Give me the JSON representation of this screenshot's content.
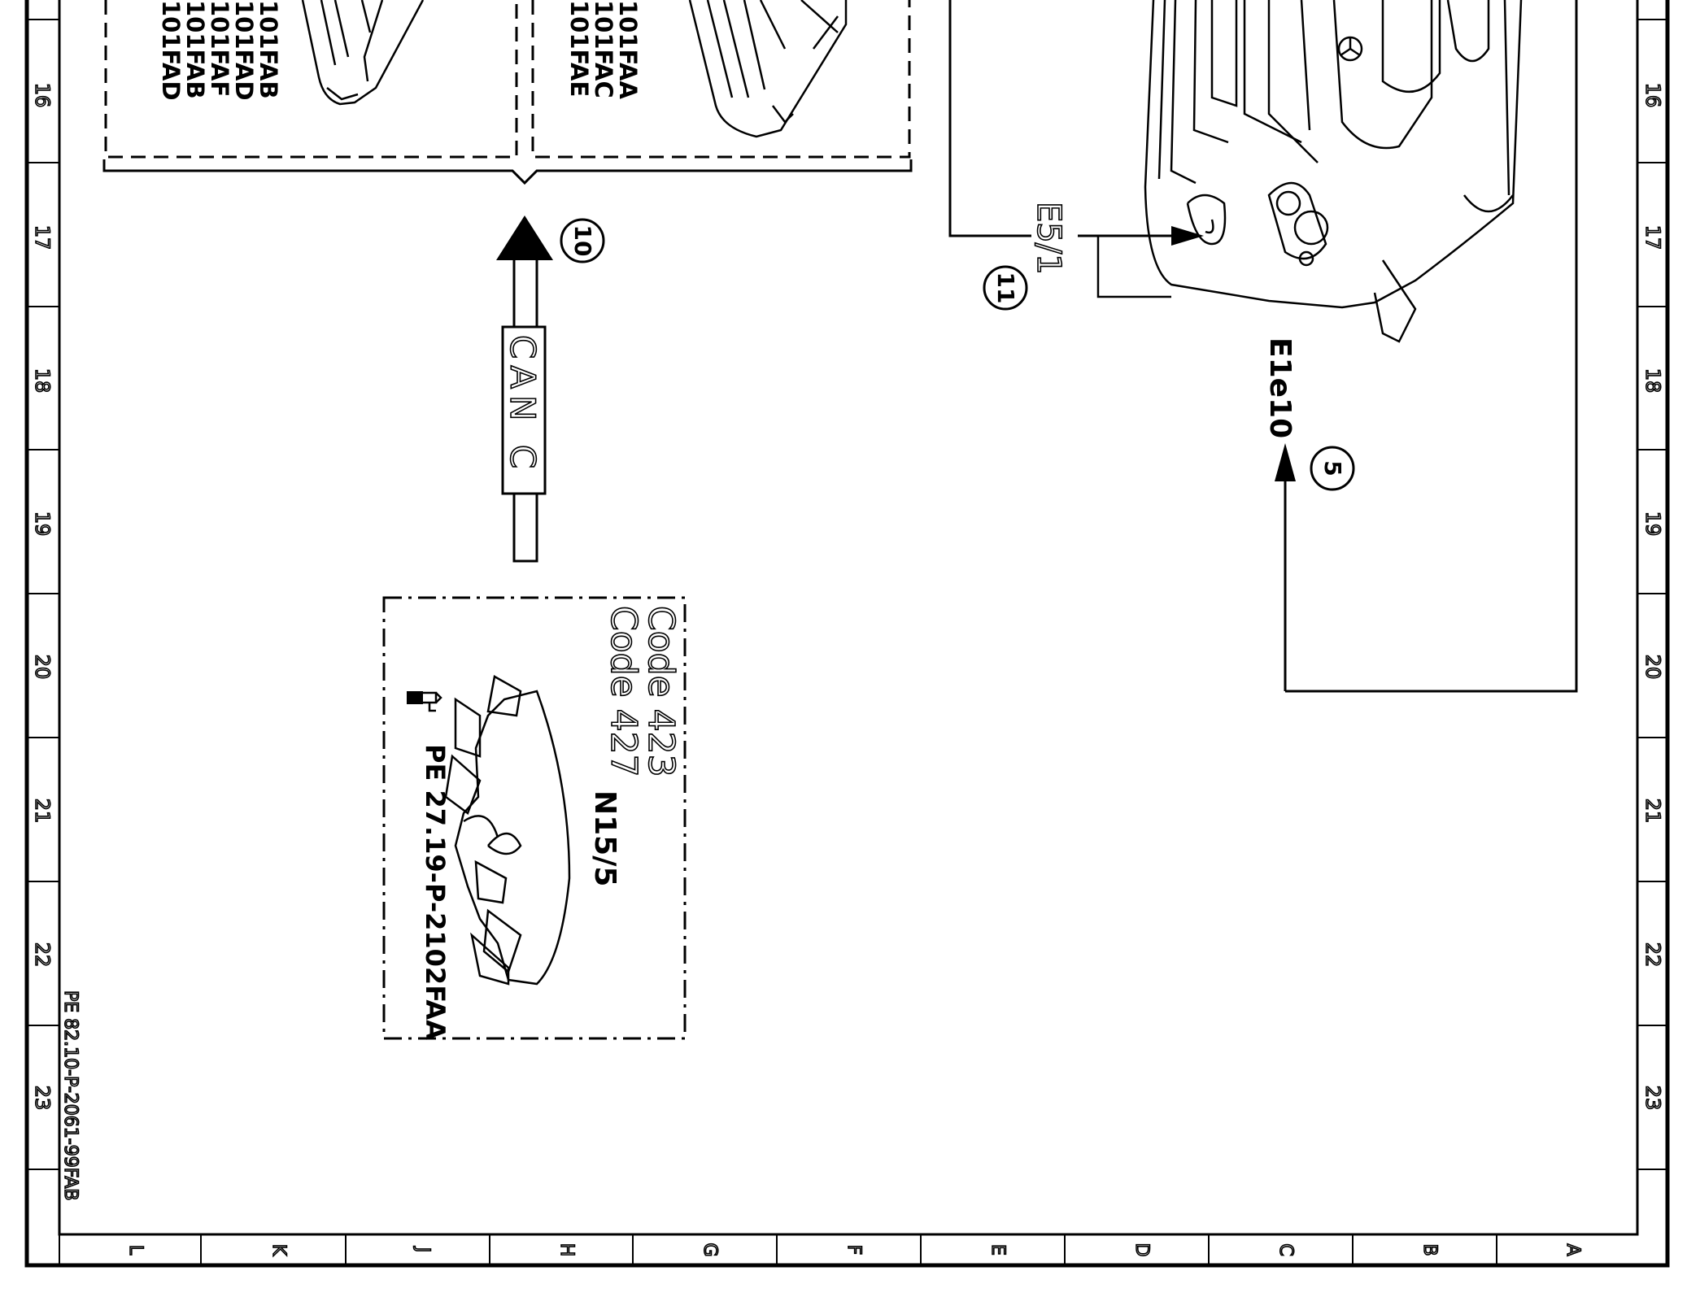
{
  "frame": {
    "row_numbers": [
      "16",
      "17",
      "18",
      "19",
      "20",
      "21",
      "22",
      "23"
    ],
    "column_letters": [
      "L",
      "K",
      "J",
      "H",
      "G",
      "F",
      "E",
      "D",
      "C",
      "B",
      "A"
    ],
    "sheet_reference": "PE 82.10-P-2061-99FAB"
  },
  "top_left_module": {
    "left_codes": [
      "101FAB",
      "101FAD",
      "101FAF",
      "101FAB",
      "101FAD"
    ],
    "right_codes": [
      "101FAA",
      "101FAC",
      "101FAE"
    ]
  },
  "can_link": {
    "callout": "10",
    "bus_label": "CAN C"
  },
  "headlamp": {
    "component_e5": "E5/1",
    "callout_e5": "11",
    "component_e1": "E1e10",
    "callout_e1": "5"
  },
  "control_unit": {
    "codes": [
      "Code 423",
      "Code 427"
    ],
    "component": "N15/5",
    "reference": "PE 27.19-P-2102FAA"
  },
  "colors": {
    "line": "#000000",
    "background": "#ffffff"
  },
  "icons": [
    "pointing-hand-icon",
    "arrow-up-icon",
    "circled-number-icon",
    "mercedes-star-icon"
  ]
}
